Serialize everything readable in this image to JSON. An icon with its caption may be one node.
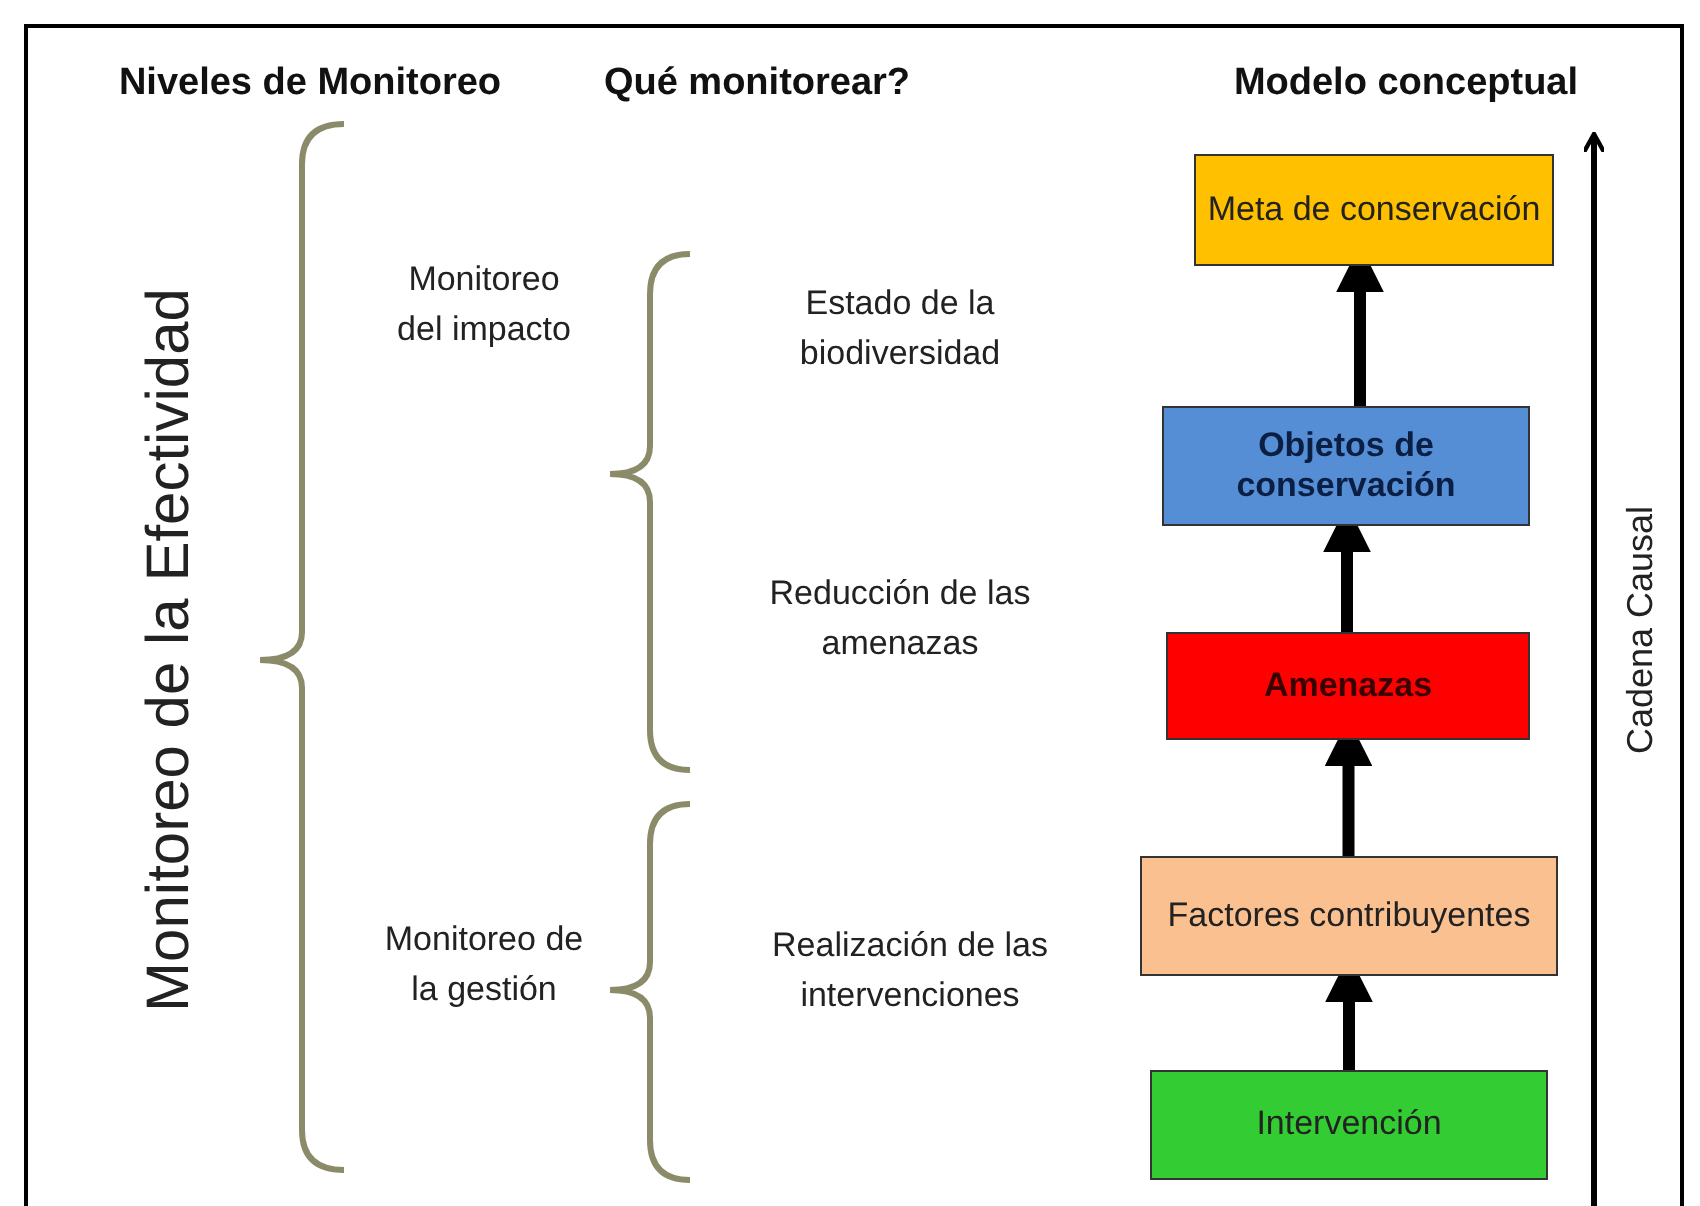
{
  "diagram": {
    "nodes": [
      {
        "text": [
          "Meta de conservación"
        ]
      },
      {
        "text": [
          "Objetos de conservación"
        ]
      },
      {
        "text": [
          "Amenazas"
        ]
      },
      {
        "text": [
          "Factores contribuyentes"
        ]
      },
      {
        "text": [
          "Intervención"
        ]
      }
    ],
    "edges": [
      {
        "from": 4,
        "to": 3,
        "arrow": "to"
      },
      {
        "from": 3,
        "to": 2,
        "arrow": "to"
      },
      {
        "from": 2,
        "to": 1,
        "arrow": "to"
      },
      {
        "from": 1,
        "to": 0,
        "arrow": "to"
      }
    ],
    "labels": [
      "Niveles de Monitoreo",
      "Qué monitorear?",
      "Modelo conceptual",
      "Monitoreo de la Efectividad",
      "Monitoreo del impacto",
      "Estado de la biodiversidad",
      "Reducción de las amenazas",
      "Cadena Causal",
      "Monitoreo de la gestión",
      "Realización de las intervenciones"
    ]
  }
}
